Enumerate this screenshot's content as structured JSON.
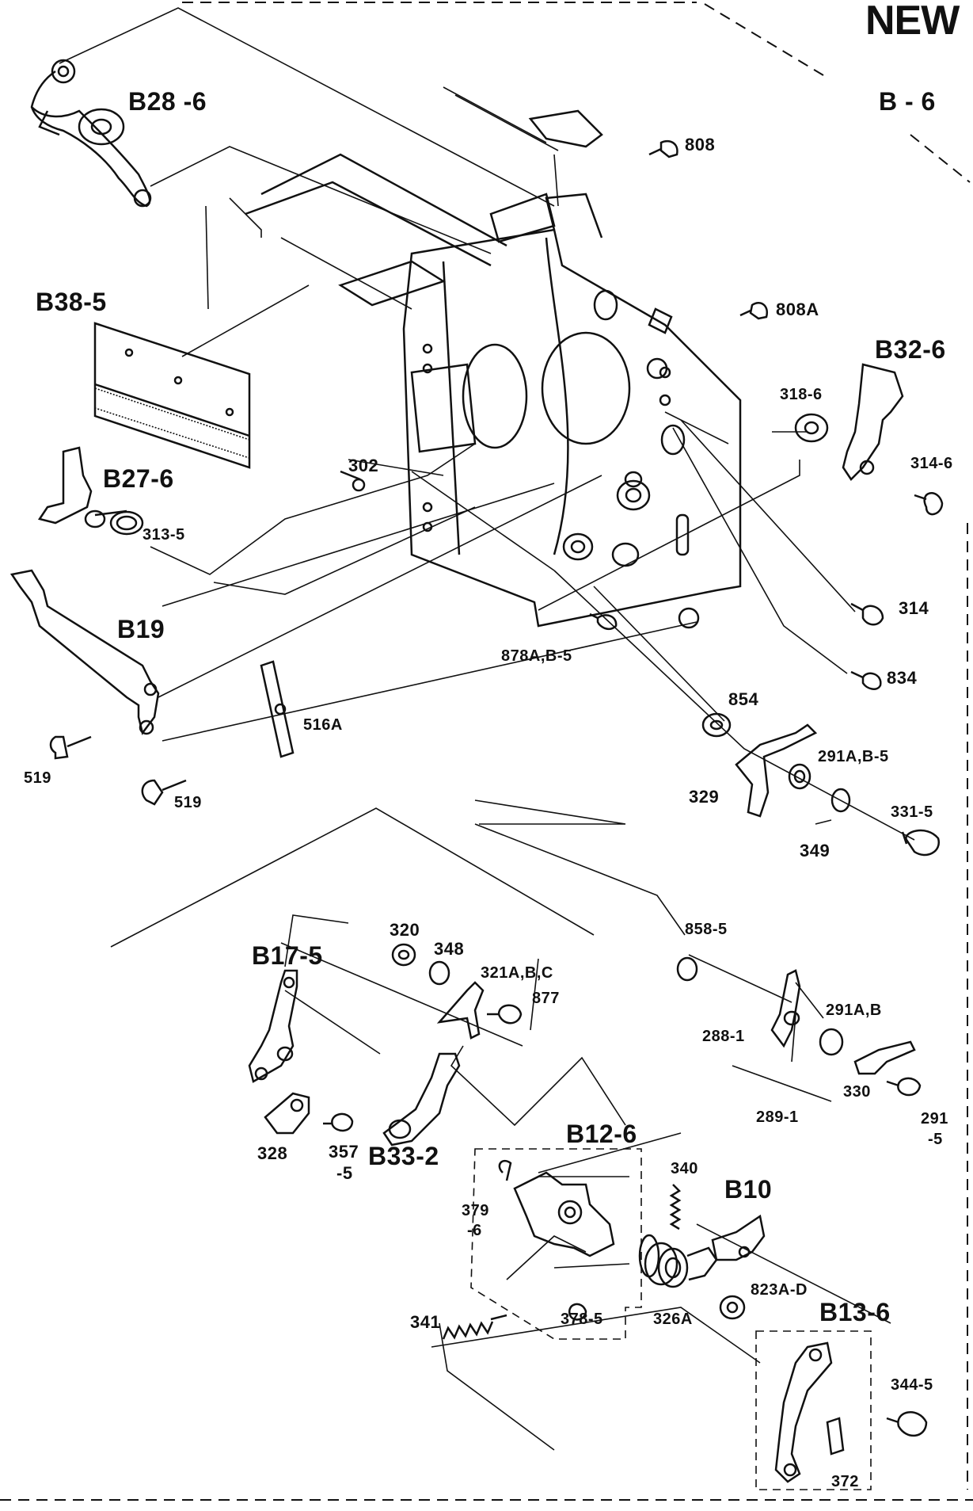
{
  "header": {
    "new_label": "NEW",
    "section_label": "B - 6"
  },
  "assemblies": {
    "b28": "B28 -6",
    "b38": "B38-5",
    "b27": "B27-6",
    "b19": "B19",
    "b32": "B32-6",
    "b17": "B17-5",
    "b33": "B33-2",
    "b12": "B12-6",
    "b10": "B10",
    "b13": "B13-6"
  },
  "parts": {
    "p808": "808",
    "p808a": "808A",
    "p318": "318-6",
    "p314_6": "314-6",
    "p302": "302",
    "p313": "313-5",
    "p314": "314",
    "p878": "878A,B-5",
    "p834": "834",
    "p516": "516A",
    "p519a": "519",
    "p519b": "519",
    "p854": "854",
    "p291ab5": "291A,B-5",
    "p329": "329",
    "p331": "331-5",
    "p349": "349",
    "p320": "320",
    "p348": "348",
    "p321": "321A,B,C",
    "p877": "877",
    "p858": "858-5",
    "p291ab": "291A,B",
    "p288": "288-1",
    "p330": "330",
    "p289": "289-1",
    "p291": "291",
    "p291_5": "-5",
    "p328": "328",
    "p357": "357",
    "p357_5": "-5",
    "p340": "340",
    "p379": "379",
    "p379_6": "-6",
    "p341": "341",
    "p378": "378-5",
    "p326": "326A",
    "p823": "823A-D",
    "p344": "344-5",
    "p372": "372"
  }
}
